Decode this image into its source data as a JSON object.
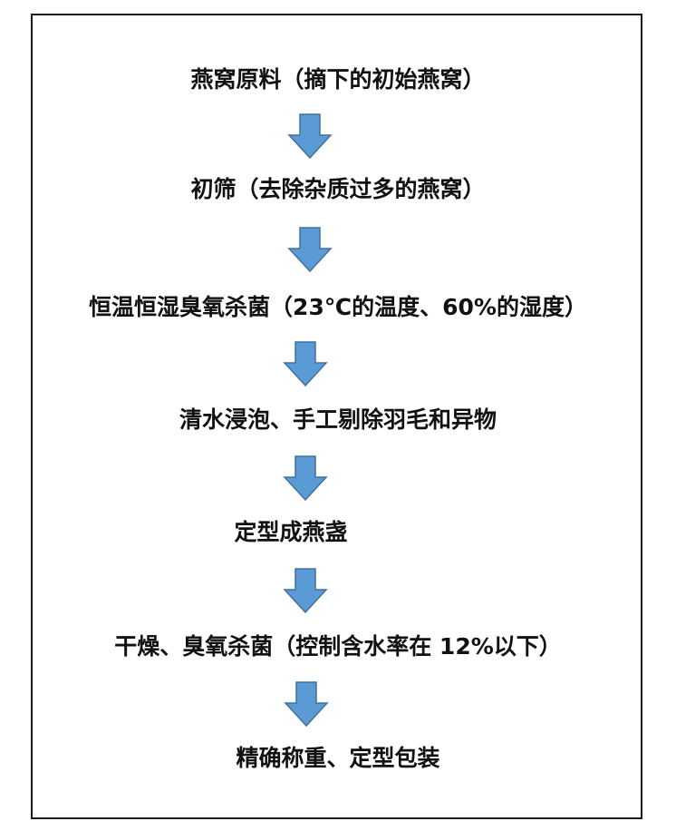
{
  "flowchart": {
    "steps": [
      "燕窝原料（摘下的初始燕窝）",
      "初筛（去除杂质过多的燕窝）",
      "恒温恒湿臭氧杀菌（23℃的温度、60%的湿度）",
      "清水浸泡、手工剔除羽毛和异物",
      "定型成燕盏",
      "干燥、臭氧杀菌（控制含水率在 12%以下）",
      "精确称重、定型包装"
    ],
    "arrow_color": "#5b9bd5",
    "arrow_outline": "#41719c",
    "text_color": "#111111",
    "border_color": "#1a1a1a"
  }
}
